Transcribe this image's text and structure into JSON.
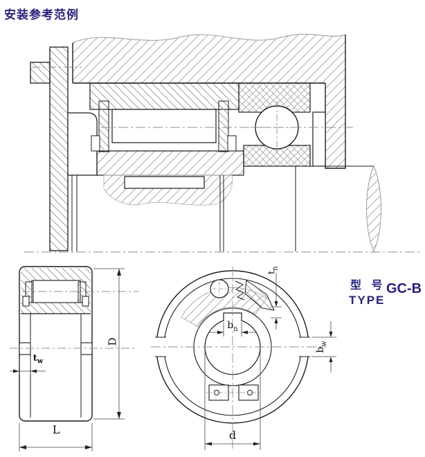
{
  "title": "安装参考范例",
  "model": {
    "name_cn": "型 号",
    "name_en": "TYPE",
    "code": "GC-B"
  },
  "dimensions": {
    "outer_diameter": {
      "label": "D"
    },
    "length": {
      "label": "L"
    },
    "bore": {
      "label": "d"
    },
    "tw": {
      "base": "t",
      "sub": "w"
    },
    "tn": {
      "base": "t",
      "sub": "n"
    },
    "bn": {
      "base": "b",
      "sub": "n"
    },
    "bw": {
      "base": "b",
      "sub": "w"
    }
  },
  "colors": {
    "accent_navy": "#27227a",
    "line": "#1a1a1a",
    "hatch": "#aaaaaa"
  }
}
